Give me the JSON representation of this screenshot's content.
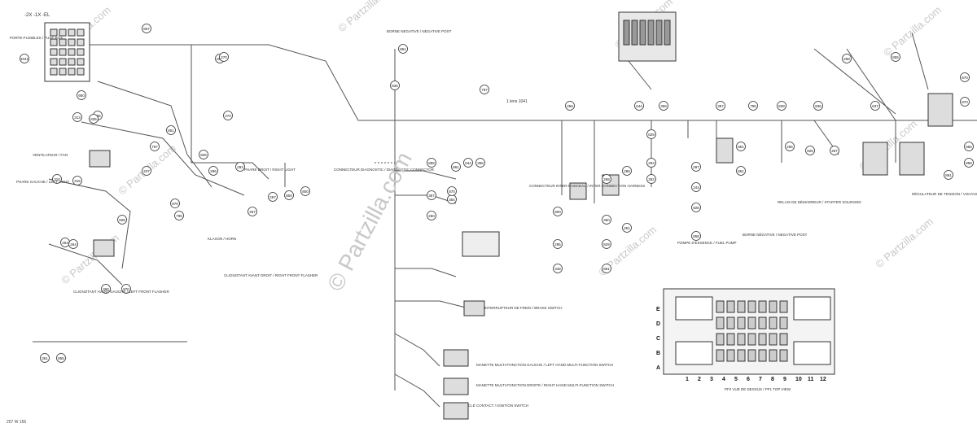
{
  "watermark": {
    "main": "© Partzilla.com",
    "tile": "© Partzilla.com"
  },
  "header_codes": "-2X -1X -EL",
  "footer_code": "257 W 156",
  "bus_label": "1 lens 1041",
  "grid_rows": [
    "E",
    "D",
    "C",
    "B",
    "A"
  ],
  "grid_cols": [
    "1",
    "2",
    "3",
    "4",
    "5",
    "6",
    "7",
    "8",
    "9",
    "10",
    "11",
    "12"
  ],
  "callouts": [
    "1041",
    "857",
    "857",
    "270",
    "900",
    "835",
    "313",
    "835",
    "270",
    "851",
    "835",
    "851",
    "797",
    "237",
    "310",
    "316",
    "828",
    "253",
    "264",
    "970",
    "360",
    "361",
    "855",
    "828",
    "296",
    "293",
    "257",
    "257",
    "800",
    "800",
    "870",
    "795",
    "797",
    "258",
    "644",
    "358",
    "397",
    "795",
    "828",
    "836",
    "637",
    "258",
    "855",
    "870",
    "870",
    "856",
    "858",
    "861",
    "858",
    "861",
    "644",
    "358",
    "357",
    "354",
    "250",
    "870",
    "800",
    "295",
    "348",
    "360",
    "829",
    "861",
    "251",
    "292",
    "293",
    "287",
    "243",
    "828",
    "858",
    "861",
    "851",
    "255",
    "825",
    "257",
    "258",
    "286",
    "829"
  ],
  "labels": {
    "fuse_box": "PORTE-FUSIBLES / FUSE BOX",
    "ground_post": "BORNE NEGATIVE / NEGATIVE POST",
    "connector_harness": "CONNECTEUR INTER-FAISCEAU / INTER-CONNECTION HARNESS",
    "fuel_pump": "POMPE D'ESSENCE / FUEL PUMP",
    "neg_post2": "BORNE NÉGATIVE / NEGATIVE POST",
    "regulator": "RÉGULATEUR DE TENSION / VOLTAGE REGULATOR",
    "multi_switch_left": "MANETTE MULTI-FONCTION GAUCHE / LEFT HAND MULTI-FUNCTION SWITCH",
    "multi_switch_right": "MANETTE MULTI-FONCTION DROITE / RIGHT HAND MULTI-FUNCTION SWITCH",
    "key_switch": "CLÉ CONTACT / IGNITION SWITCH",
    "top_view": "PF2 VUE DE DESSUS / PF1 TOP VIEW",
    "left_flasher": "CLIGNOTANT AVANT GAUCHE / LEFT FRONT FLASHER",
    "right_flasher": "CLIGNOTANT AVANT DROIT / RIGHT FRONT FLASHER",
    "fan": "VENTILATEUR / FAN",
    "left_light": "PHARE GAUCHE / LEFT LIGHT",
    "right_light": "PHARE DROIT / RIGHT LIGHT",
    "brake_switch": "INTERRUPTEUR DE FREIN / BRAKE SWITCH",
    "diag_connector": "CONNECTEUR DIAGNOSTIC / DIAGNOSTIC CONNECTOR",
    "horn": "KLAXON / HORN",
    "starter_relay": "RELAIS DE DÉMARREUR / STARTER SOLENOID"
  }
}
